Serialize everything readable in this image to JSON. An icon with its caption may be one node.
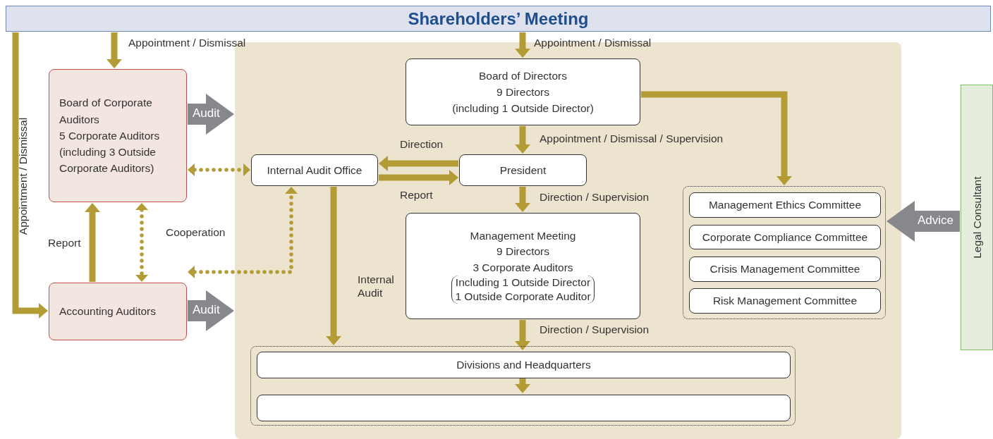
{
  "diagram": {
    "nodes": [
      {
        "text": [
          "Shareholders’ Meeting"
        ]
      },
      {
        "text": [],
        "shape": "box"
      },
      {
        "text": [
          "Board of Corporate Auditors",
          "5 Corporate Auditors",
          "(including 3 Outside Corporate Auditors)"
        ]
      },
      {
        "text": [
          "Accounting Auditors"
        ]
      },
      {
        "text": [
          "Board of Directors",
          "9 Directors",
          "(including 1 Outside Director)"
        ],
        "in": 1
      },
      {
        "text": [
          "Internal Audit Office"
        ],
        "in": 1
      },
      {
        "text": [
          "President"
        ],
        "in": 1
      },
      {
        "text": [
          "Management Meeting",
          "9 Directors",
          "3 Corporate Auditors",
          "Including 1 Outside Director",
          "1 Outside Corporate Auditor"
        ],
        "in": 1
      },
      {
        "text": [],
        "shape": "box",
        "in": 1
      },
      {
        "text": [
          "Management Ethics Committee"
        ],
        "in": 8
      },
      {
        "text": [
          "Corporate Compliance Committee"
        ],
        "in": 8
      },
      {
        "text": [
          "Crisis Management Committee"
        ],
        "in": 8
      },
      {
        "text": [
          "Risk Management Committee"
        ],
        "in": 8
      },
      {
        "text": [],
        "shape": "box",
        "in": 1
      },
      {
        "text": [
          "Divisions and Headquarters"
        ],
        "in": 13
      },
      {
        "text": [],
        "shape": "box",
        "in": 13
      },
      {
        "text": [
          "Legal Consultant"
        ]
      }
    ],
    "edges": [
      {
        "from": 0,
        "to": 2,
        "arrow": "to",
        "label": "Appointment / Dismissal"
      },
      {
        "from": 0,
        "to": 3,
        "arrow": "to",
        "label": "Appointment / Dismissal"
      },
      {
        "from": 0,
        "to": 4,
        "arrow": "to",
        "label": "Appointment / Dismissal"
      },
      {
        "from": 4,
        "to": 6,
        "arrow": "to",
        "label": "Appointment / Dismissal / Supervision"
      },
      {
        "from": 4,
        "to": 8,
        "arrow": "to"
      },
      {
        "from": 6,
        "to": 5,
        "arrow": "to",
        "label": "Direction"
      },
      {
        "from": 5,
        "to": 6,
        "arrow": "to",
        "label": "Report"
      },
      {
        "from": 6,
        "to": 7,
        "arrow": "to",
        "label": "Direction / Supervision"
      },
      {
        "from": 7,
        "to": 14,
        "arrow": "to",
        "label": "Direction / Supervision"
      },
      {
        "from": 14,
        "to": 15,
        "arrow": "to"
      },
      {
        "from": 5,
        "to": 13,
        "arrow": "to",
        "label": "Internal Audit"
      },
      {
        "from": 3,
        "to": 2,
        "arrow": "to",
        "label": "Report"
      },
      {
        "from": 2,
        "to": 5,
        "arrow": "both",
        "style": "dashed"
      },
      {
        "from": 2,
        "to": 3,
        "arrow": "both",
        "style": "dashed",
        "label": "Cooperation"
      },
      {
        "from": 3,
        "to": 5,
        "arrow": "both",
        "style": "dashed"
      },
      {
        "from": 2,
        "to": 1,
        "arrow": "to",
        "style": "thick",
        "color": "#87888c",
        "label": "Audit"
      },
      {
        "from": 3,
        "to": 1,
        "arrow": "to",
        "style": "thick",
        "color": "#87888c",
        "label": "Audit"
      },
      {
        "from": 16,
        "to": 8,
        "arrow": "to",
        "style": "thick",
        "color": "#87888c",
        "label": "Advice"
      }
    ]
  }
}
